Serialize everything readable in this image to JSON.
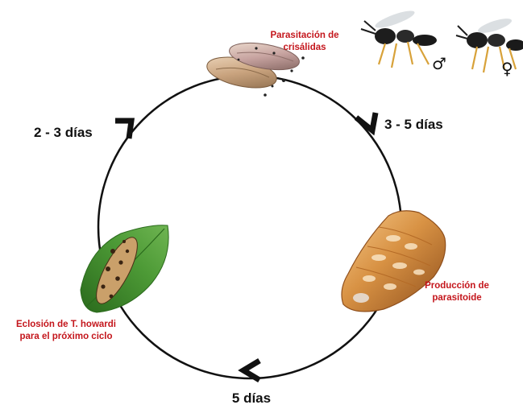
{
  "colors": {
    "cycle_line": "#111111",
    "stage_label": "#c4161c",
    "duration_label": "#111111",
    "leaf": "#3f8a2c",
    "leaf_dark": "#2a6a1c",
    "pupa": "#c9a37e",
    "pupa_dark": "#7a5a3c",
    "parasitized_pupa": "#d89244",
    "wasp_body": "#1d1d1d",
    "wasp_leg": "#d8a23a"
  },
  "stages": {
    "top": {
      "line1": "Parasitación de",
      "line2": "crisálidas",
      "icon": "chrysalis-pair-icon"
    },
    "right": {
      "line1": "Producción de",
      "line2": "parasitoide",
      "icon": "parasitized-pupa-icon"
    },
    "left": {
      "line1": "Eclosión de T. howardi",
      "line2": "para el próximo ciclo",
      "icon": "pupa-on-leaf-icon"
    }
  },
  "durations": {
    "top_right": "3 - 5 días",
    "bottom": "5 días",
    "top_left": "2 - 3 días"
  },
  "wasps": {
    "male_symbol": "♂",
    "female_symbol": "♀",
    "male_icon": "male-wasp-icon",
    "female_icon": "female-wasp-icon"
  }
}
